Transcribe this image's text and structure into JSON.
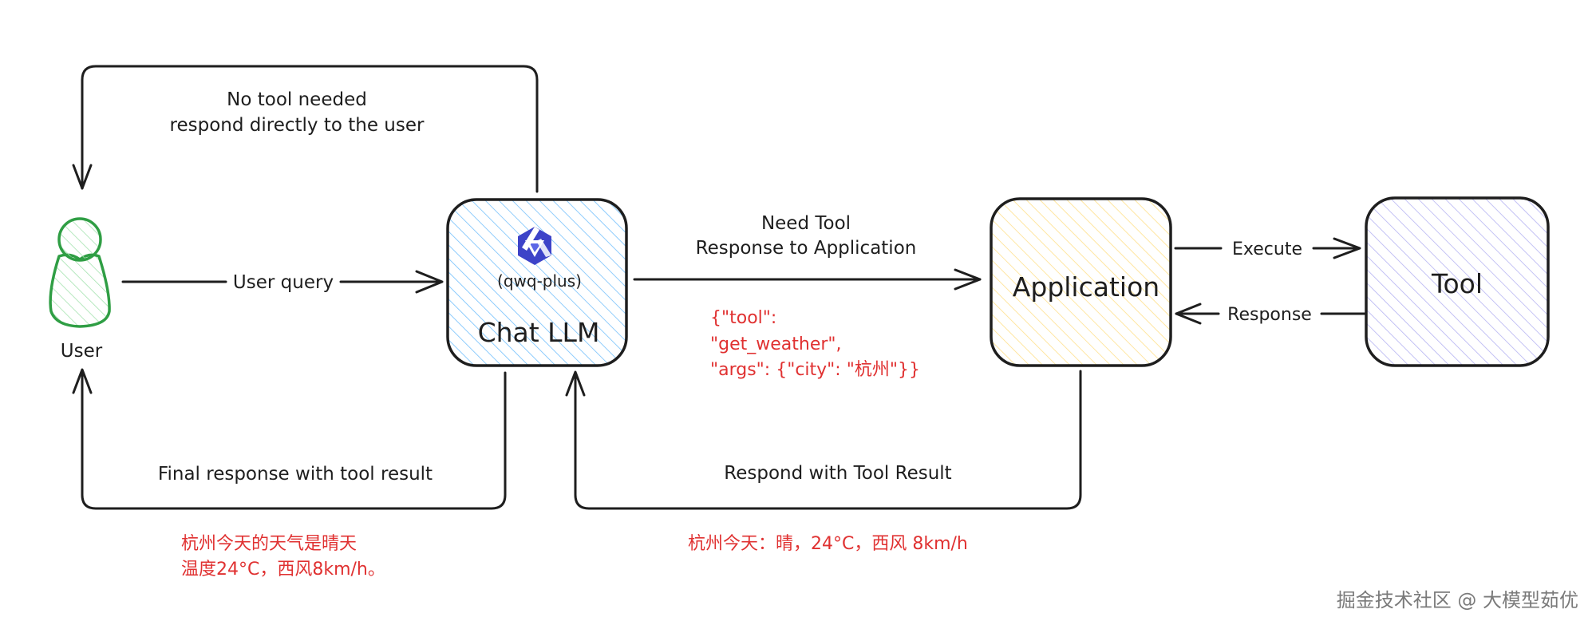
{
  "nodes": {
    "user": {
      "label": "User",
      "color": "#2f9e44",
      "fill": "#b2f2bb"
    },
    "chat_llm": {
      "label": "Chat LLM",
      "sublabel": "(qwq-plus)",
      "icon": "qwen-logo-icon",
      "stroke": "#1e1e1e",
      "hatch": "#74c0fc"
    },
    "application": {
      "label": "Application",
      "stroke": "#1e1e1e",
      "hatch": "#ffec99"
    },
    "tool": {
      "label": "Tool",
      "stroke": "#1e1e1e",
      "hatch": "#b0b0f5"
    }
  },
  "edges": {
    "no_tool": {
      "lines": [
        "No tool needed",
        "respond directly to the user"
      ]
    },
    "user_query": {
      "label": "User query"
    },
    "need_tool": {
      "lines": [
        "Need Tool",
        "Response to Application"
      ]
    },
    "execute": {
      "label": "Execute"
    },
    "response": {
      "label": "Response"
    },
    "final_response": {
      "label": "Final response with tool result"
    },
    "respond_tool_result": {
      "label": "Respond with Tool Result"
    }
  },
  "annotations": {
    "tool_call_json": [
      "{\"tool\":",
      "\"get_weather\",",
      "\"args\": {\"city\": \"杭州\"}}"
    ],
    "final_answer": [
      "杭州今天的天气是晴天",
      "温度24°C，西风8km/h。"
    ],
    "tool_result": "杭州今天：晴，24°C，西风 8km/h",
    "annotation_color": "#e03131"
  },
  "watermark": "掘金技术社区 @ 大模型茹优"
}
